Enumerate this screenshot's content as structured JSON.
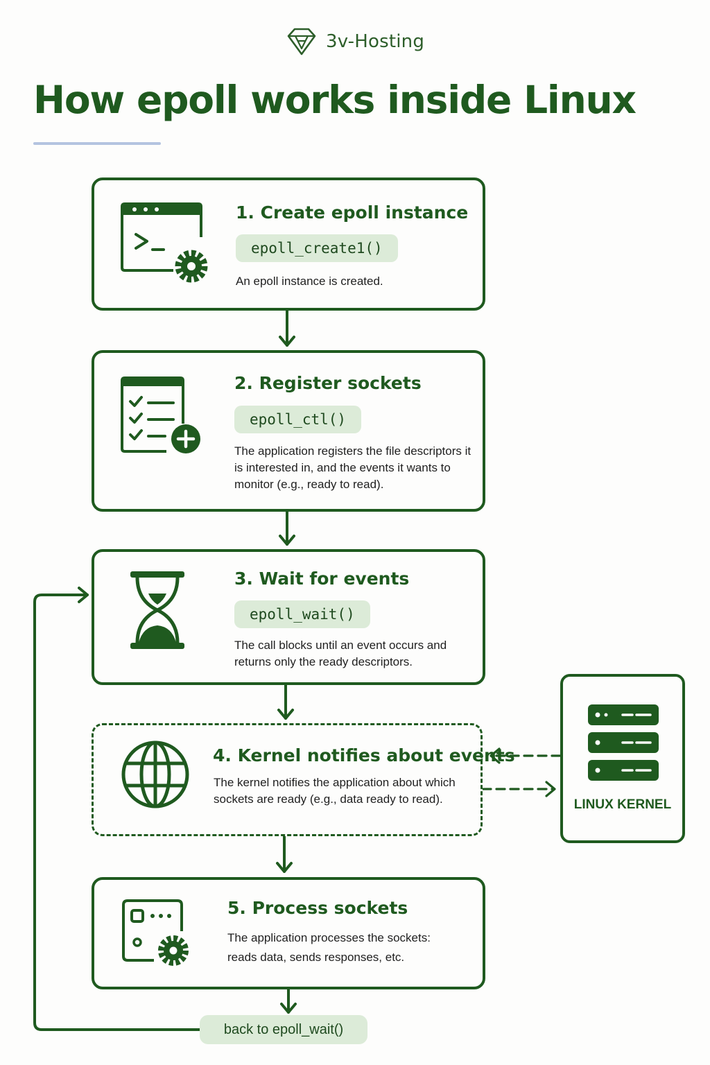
{
  "brand": {
    "name": "3v-Hosting",
    "icon": "gem-icon"
  },
  "title": "How epoll works inside Linux",
  "steps": [
    {
      "heading": "1. Create epoll instance",
      "code": "epoll_create1()",
      "description": "An epoll instance is created.",
      "icon": "terminal-gear-icon"
    },
    {
      "heading": "2. Register sockets",
      "code": "epoll_ctl()",
      "description": "The application registers the file descriptors it is interested in, and the events it wants to monitor (e.g., ready to read).",
      "icon": "checklist-plus-icon"
    },
    {
      "heading": "3. Wait for events",
      "code": "epoll_wait()",
      "description": "The call blocks until an event occurs and returns only the ready descriptors.",
      "icon": "hourglass-icon"
    },
    {
      "heading": "4. Kernel notifies about events",
      "description": "The kernel notifies the application about which sockets are ready (e.g., data ready to read).",
      "icon": "globe-icon"
    },
    {
      "heading": "5. Process sockets",
      "description": "The application processes the sockets: reads data, sends responses, etc.",
      "icon": "window-gear-icon"
    }
  ],
  "kernel": {
    "label": "LINUX KERNEL",
    "icon": "server-icon"
  },
  "loop": {
    "label": "back to epoll_wait()"
  },
  "colors": {
    "primary": "#1f5a1f",
    "pill": "#dcebd8",
    "rule": "#b4c4e0",
    "background": "#fdfdfc"
  }
}
